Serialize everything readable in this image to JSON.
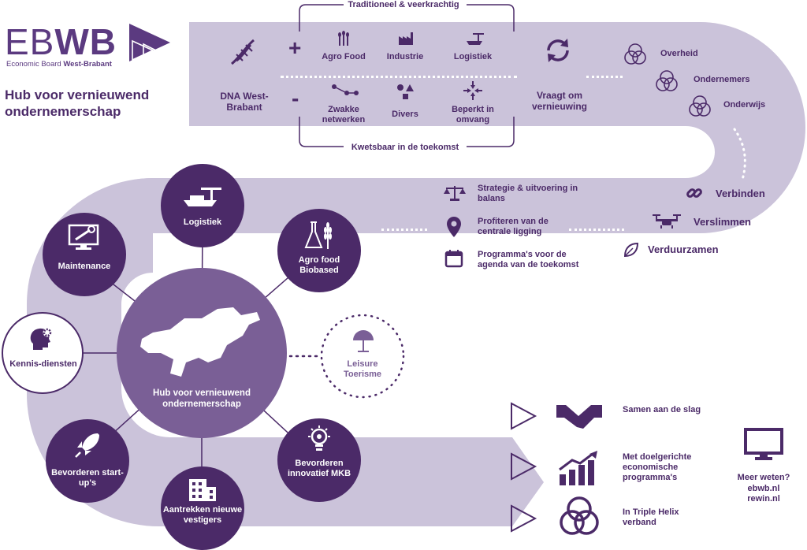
{
  "brand": {
    "logo_text_light": "EB",
    "logo_text_bold": "WB",
    "subtitle_light": "Economic Board ",
    "subtitle_bold": "West-Brabant",
    "tagline": "Hub voor vernieuwend ondernemerschap"
  },
  "top_band": {
    "bracket_top": "Traditioneel & veerkrachtig",
    "bracket_bottom": "Kwetsbaar in de toekomst",
    "dna_label": "DNA West-Brabant",
    "plus": "+",
    "minus": "-",
    "strengths": [
      "Agro Food",
      "Industrie",
      "Logistiek"
    ],
    "weaknesses": [
      "Zwakke netwerken",
      "Divers",
      "Beperkt in omvang"
    ],
    "change_label": "Vraagt om vernieuwing",
    "helix": [
      "Overheid",
      "Ondernemers",
      "Onderwijs"
    ]
  },
  "middle_band": {
    "actions": [
      "Verbinden",
      "Verslimmen",
      "Verduurzamen"
    ],
    "strategy": [
      "Strategie & uitvoering in balans",
      "Profiteren van de centrale ligging",
      "Programma's voor de agenda van de toekomst"
    ]
  },
  "hub": {
    "center": "Hub voor vernieuwend ondernemerschap",
    "spokes": [
      "Logistiek",
      "Agro food Biobased",
      "Maintenance",
      "Kennis-diensten",
      "Bevorderen start-up's",
      "Aantrekken nieuwe vestigers",
      "Bevorderen innovatief MKB"
    ],
    "leisure": "Leisure Toerisme"
  },
  "approach": [
    "Samen aan de slag",
    "Met doelgerichte economische programma's",
    "In Triple Helix verband"
  ],
  "contact": {
    "title": "Meer weten?",
    "links": [
      "ebwb.nl",
      "rewin.nl"
    ]
  },
  "colors": {
    "dark_purple": "#4b2a68",
    "mid_purple": "#7a5f96",
    "band": "#c9c0d9",
    "band_light": "#d5cee2"
  }
}
